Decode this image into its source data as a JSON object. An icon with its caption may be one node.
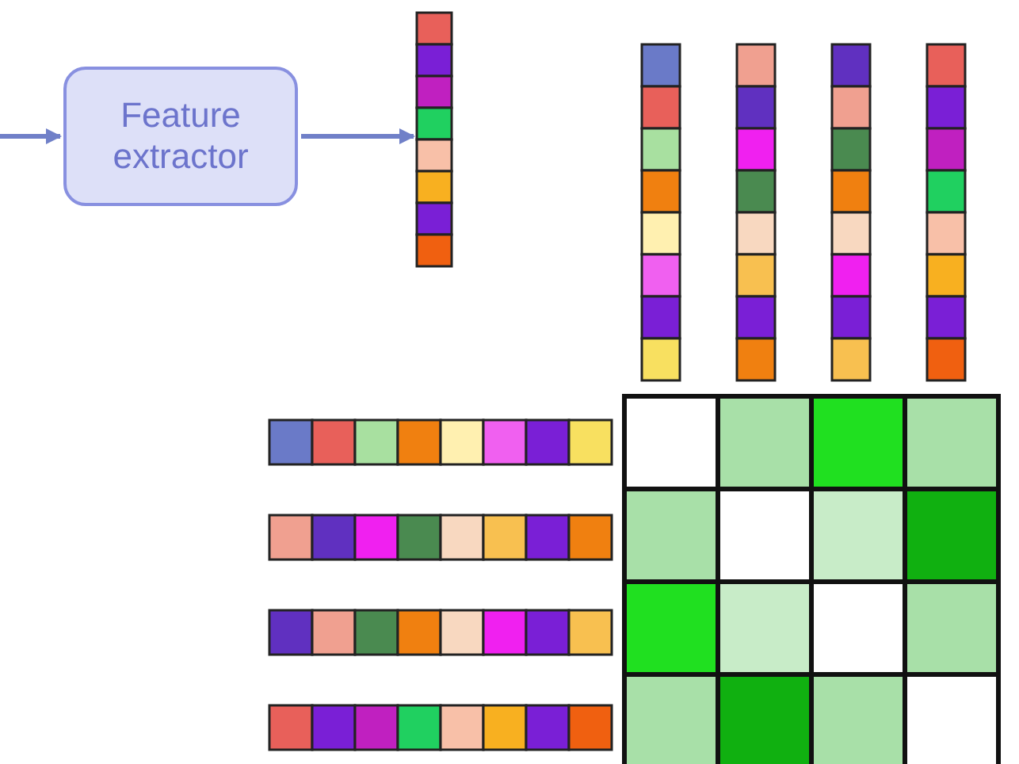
{
  "diagram": {
    "nodes": [
      {
        "text": [
          "Feature extractor"
        ]
      },
      {
        "text": [],
        "shape": "bar"
      }
    ],
    "edges": [
      {
        "from": null,
        "to": 0,
        "arrow": "to"
      },
      {
        "from": 0,
        "to": 1,
        "arrow": "to"
      }
    ]
  }
}
